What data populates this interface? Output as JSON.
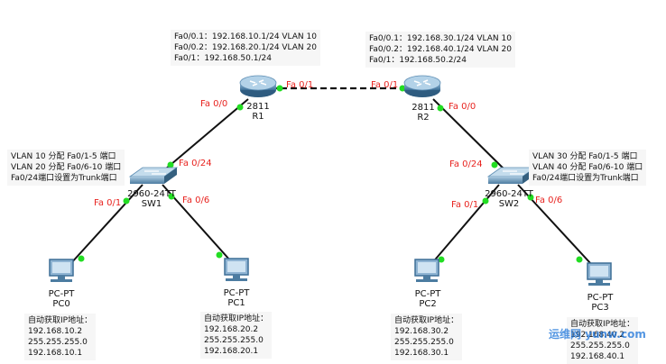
{
  "routers": {
    "r1": {
      "model": "2811",
      "name": "R1",
      "config": [
        "Fa0/0.1：192.168.10.1/24 VLAN 10",
        "Fa0/0.2：192.168.20.1/24 VLAN 20",
        "Fa0/1：192.168.50.1/24"
      ],
      "port_down": "Fa 0/0",
      "port_right": "Fa 0/1"
    },
    "r2": {
      "model": "2811",
      "name": "R2",
      "config": [
        "Fa0/0.1：192.168.30.1/24 VLAN 10",
        "Fa0/0.2：192.168.40.1/24 VLAN 20",
        "Fa0/1：192.168.50.2/24"
      ],
      "port_down": "Fa 0/0",
      "port_left": "Fa 0/1"
    }
  },
  "switches": {
    "sw1": {
      "model": "2960-24TT",
      "name": "SW1",
      "config": [
        "VLAN 10 分配 Fa0/1-5 端口",
        "VLAN 20 分配 Fa0/6-10 端口",
        "Fa0/24端口设置为Trunk端口"
      ],
      "port_up": "Fa 0/24",
      "port_left": "Fa 0/1",
      "port_right": "Fa 0/6"
    },
    "sw2": {
      "model": "2960-24TT",
      "name": "SW2",
      "config": [
        "VLAN 30 分配 Fa0/1-5 端口",
        "VLAN 40 分配 Fa0/6-10 端口",
        "Fa0/24端口设置为Trunk端口"
      ],
      "port_up": "Fa 0/24",
      "port_left": "Fa 0/1",
      "port_right": "Fa 0/6"
    }
  },
  "pcs": [
    {
      "model": "PC-PT",
      "name": "PC0",
      "info": [
        "自动获取IP地址：",
        "192.168.10.2",
        "255.255.255.0",
        "192.168.10.1"
      ]
    },
    {
      "model": "PC-PT",
      "name": "PC1",
      "info": [
        "自动获取IP地址：",
        "192.168.20.2",
        "255.255.255.0",
        "192.168.20.1"
      ]
    },
    {
      "model": "PC-PT",
      "name": "PC2",
      "info": [
        "自动获取IP地址：",
        "192.168.30.2",
        "255.255.255.0",
        "192.168.30.1"
      ]
    },
    {
      "model": "PC-PT",
      "name": "PC3",
      "info": [
        "自动获取IP地址：",
        "192.168.40.2",
        "255.255.255.0",
        "192.168.40.1"
      ]
    }
  ],
  "watermark": "运维网 yunw.com",
  "colors": {
    "port_label": "#e8231f",
    "link_dot": "#22dd22",
    "device_blue": "#3b6e97"
  }
}
